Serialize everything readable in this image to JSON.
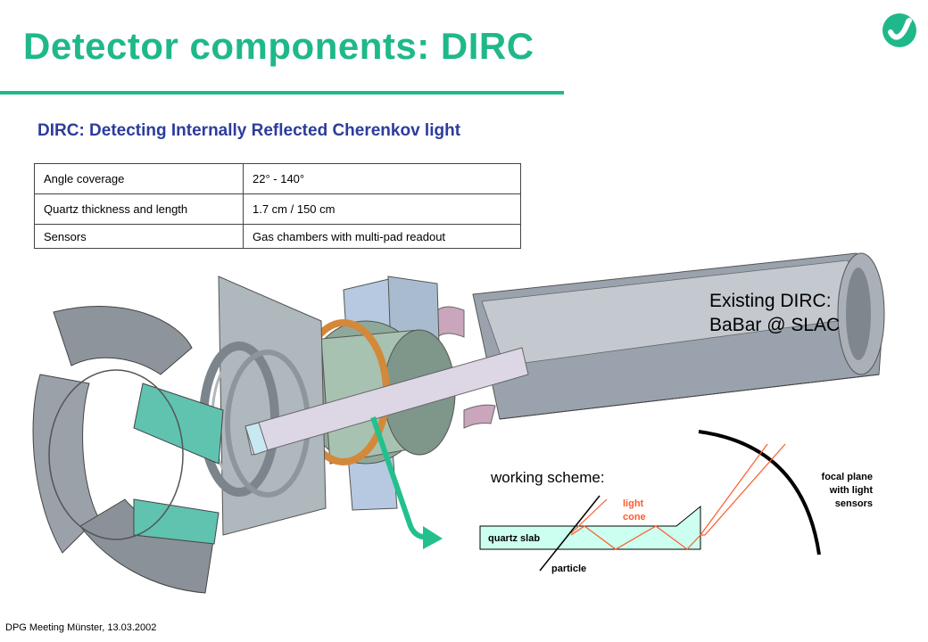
{
  "slide": {
    "title": "Detector components: DIRC",
    "subtitle": "DIRC: Detecting Internally Reflected Cherenkov light",
    "footer": "DPG Meeting Münster,  13.03.2002",
    "accent_color": "#1fb88a",
    "subtitle_color": "#2c3c9c"
  },
  "logo": {
    "icon": "checkmark-swoosh-icon"
  },
  "spec_table": {
    "rows": [
      {
        "label": "Angle coverage",
        "value": "22° - 140°"
      },
      {
        "label": "Quartz thickness and length",
        "value": "1.7 cm / 150 cm"
      },
      {
        "label": "Sensors",
        "value": "Gas chambers with multi-pad readout"
      }
    ]
  },
  "detector_caption": {
    "line1": "Existing DIRC:",
    "line2": "BaBar @ SLAC"
  },
  "scheme": {
    "heading": "working scheme:",
    "slab_label": "quartz  slab",
    "light_label_1": "light",
    "light_label_2": "cone",
    "particle_label": "particle",
    "focal_label_1": "focal plane",
    "focal_label_2": "with light",
    "focal_label_3": "sensors",
    "light_color": "#ff5a2a",
    "slab_fill": "#ccfff0"
  }
}
